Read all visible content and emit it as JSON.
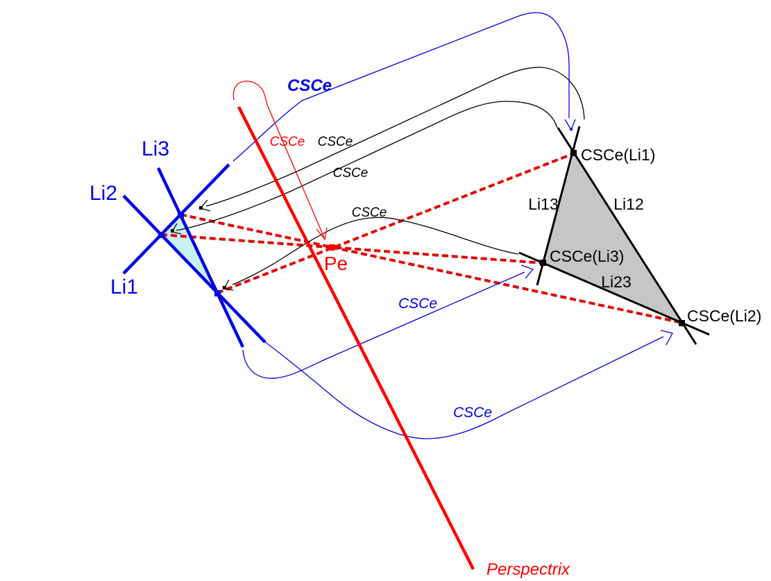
{
  "figure": {
    "description": "Projective geometry diagram: two perspective triangles, perspectrix axis, perspective point Pe, CSCe mapping arrows between lines and points",
    "colors": {
      "blue": "#0000e8",
      "red": "#ff0000",
      "dashed_red": "#e20000",
      "black": "#000000",
      "gray_triangle_fill": "#c6c6c6",
      "cyan_triangle_fill": "#c9f1f2",
      "background": "#ffffff"
    },
    "labels": {
      "li1": "Li1",
      "li2": "Li2",
      "li3": "Li3",
      "li12": "Li12",
      "li13": "Li13",
      "li23": "Li23",
      "csce_li1": "CSCe(Li1)",
      "csce_li2": "CSCe(Li2)",
      "csce_li3": "CSCe(Li3)",
      "pe": "Pe",
      "perspectrix": "Perspectrix",
      "csce_blue_top": "CSCe",
      "csce_blue_mid": "CSCe",
      "csce_blue_bottom": "CSCe",
      "csce_black_upper": "CSCe",
      "csce_black_lower": "CSCe",
      "csce_black_middle": "CSCe",
      "csce_red": "CSCe"
    },
    "mappings": [
      {
        "arrow": "blue",
        "label": "CSCe",
        "from": "Li1",
        "to": "CSCe(Li1)"
      },
      {
        "arrow": "blue",
        "label": "CSCe",
        "from": "Li3",
        "to": "CSCe(Li3)"
      },
      {
        "arrow": "blue",
        "label": "CSCe",
        "from": "Li2",
        "to": "CSCe(Li2)"
      },
      {
        "arrow": "black",
        "label": "CSCe",
        "from": "Li13",
        "to": "Li1-Li3 vertex"
      },
      {
        "arrow": "black",
        "label": "CSCe",
        "from": "Li12",
        "to": "Li1-Li2 vertex"
      },
      {
        "arrow": "black",
        "label": "CSCe",
        "from": "Li23",
        "to": "Li2-Li3 vertex"
      },
      {
        "arrow": "red",
        "label": "CSCe",
        "from": "Perspectrix",
        "to": "Pe"
      }
    ]
  }
}
